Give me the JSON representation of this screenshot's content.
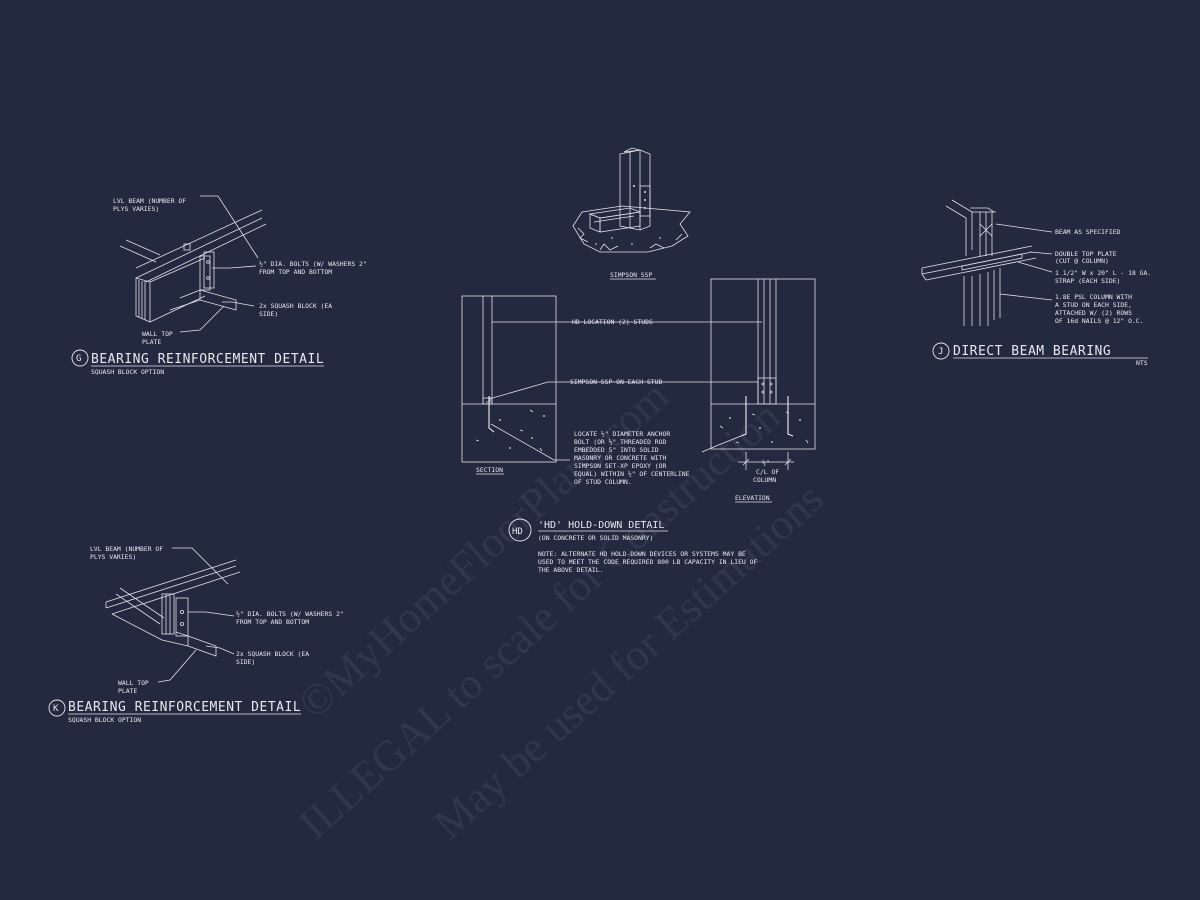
{
  "watermark": {
    "line1": "©MyHomeFloorPlans.com",
    "line2": "ILLEGAL to scale for Construction",
    "line3": "May be used for Estimations"
  },
  "detail_g": {
    "bubble": "G",
    "title": "BEARING REINFORCEMENT DETAIL",
    "subtitle": "SQUASH BLOCK OPTION",
    "label_beam_1": "LVL BEAM (NUMBER OF",
    "label_beam_2": "PLYS VARIES)",
    "label_bolts_1": "½\" DIA. BOLTS (W/ WASHERS 2\"",
    "label_bolts_2": "FROM TOP AND BOTTOM",
    "label_block_1": "2x SQUASH BLOCK (EA",
    "label_block_2": "SIDE)",
    "label_plate_1": "WALL TOP",
    "label_plate_2": "PLATE"
  },
  "detail_k": {
    "bubble": "K",
    "title": "BEARING REINFORCEMENT DETAIL",
    "subtitle": "SQUASH BLOCK OPTION",
    "label_beam_1": "LVL BEAM (NUMBER OF",
    "label_beam_2": "PLYS VARIES)",
    "label_bolts_1": "½\" DIA. BOLTS (W/ WASHERS 2\"",
    "label_bolts_2": "FROM TOP AND BOTTOM",
    "label_block_1": "2x SQUASH BLOCK (EA",
    "label_block_2": "SIDE)",
    "label_plate_1": "WALL TOP",
    "label_plate_2": "PLATE"
  },
  "detail_hd": {
    "bubble": "HD",
    "iso_caption": "SIMPSON SSP",
    "title": "'HD' HOLD-DOWN DETAIL",
    "subtitle": "(ON CONCRETE OR SOLID MASONRY)",
    "label_location": "HD LOCATION (2) STUDS",
    "label_ssp": "SIMPSON SSP ON EACH STUD",
    "anchor_1": "LOCATE ½\" DIAMETER ANCHOR",
    "anchor_2": "BOLT (OR ½\" THREADED ROD",
    "anchor_3": "EMBEDDED 5\" INTO SOLID",
    "anchor_4": "MASONRY OR CONCRETE WITH",
    "anchor_5": "SIMPSON SET-XP EPOXY (OR",
    "anchor_6": "EQUAL) WITHIN ½\" OF CENTERLINE",
    "anchor_7": "OF STUD COLUMN.",
    "dim_1": "½\"",
    "dim_2": "C/L OF",
    "dim_3": "COLUMN",
    "section_label": "SECTION",
    "elevation_label": "ELEVATION",
    "note_1": "NOTE: ALTERNATE HD HOLD-DOWN DEVICES OR SYSTEMS MAY BE",
    "note_2": "USED TO MEET THE CODE REQUIRED 800 LB CAPACITY IN LIEU OF",
    "note_3": "THE ABOVE DETAIL."
  },
  "detail_j": {
    "bubble": "J",
    "title": "DIRECT BEAM BEARING",
    "scale": "NTS",
    "label_beam": "BEAM AS SPECIFIED",
    "label_plate_1": "DOUBLE TOP PLATE",
    "label_plate_2": "(CUT @ COLUMN)",
    "label_strap_1": "1 1/2\" W x 20\" L - 18 GA.",
    "label_strap_2": "STRAP (EACH SIDE)",
    "label_col_1": "1.8E PSL COLUMN WITH",
    "label_col_2": "A STUD ON EACH SIDE,",
    "label_col_3": "ATTACHED W/ (2) ROWS",
    "label_col_4": "OF 16d NAILS @ 12\" O.C."
  }
}
